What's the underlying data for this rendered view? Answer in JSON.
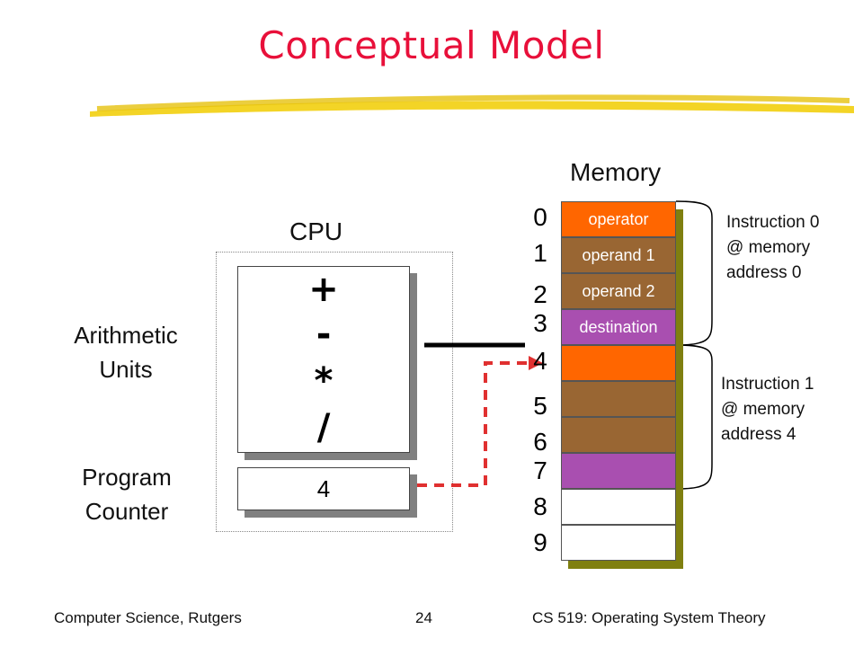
{
  "slide": {
    "title": "Conceptual Model",
    "footer_left": "Computer Science, Rutgers",
    "footer_page": "24",
    "footer_right": "CS 519: Operating System Theory"
  },
  "cpu": {
    "label": "CPU",
    "arithmetic_label_line1": "Arithmetic",
    "arithmetic_label_line2": "Units",
    "operators": [
      "+",
      "-",
      "*",
      "/"
    ],
    "program_counter_label_line1": "Program",
    "program_counter_label_line2": "Counter",
    "program_counter_value": "4"
  },
  "memory": {
    "label": "Memory",
    "addresses": [
      "0",
      "1",
      "2",
      "3",
      "4",
      "5",
      "6",
      "7",
      "8",
      "9"
    ],
    "cells": [
      {
        "text": "operator",
        "color": "#ff6600"
      },
      {
        "text": "operand 1",
        "color": "#996633"
      },
      {
        "text": "operand 2",
        "color": "#996633"
      },
      {
        "text": "destination",
        "color": "#a94fb0"
      },
      {
        "text": "",
        "color": "#ff6600"
      },
      {
        "text": "",
        "color": "#996633"
      },
      {
        "text": "",
        "color": "#996633"
      },
      {
        "text": "",
        "color": "#a94fb0"
      },
      {
        "text": "",
        "color": "#ffffff"
      },
      {
        "text": "",
        "color": "#ffffff"
      }
    ]
  },
  "annotations": {
    "instruction0": [
      "Instruction 0",
      "@ memory",
      "address 0"
    ],
    "instruction1": [
      "Instruction 1",
      "@ memory",
      "address 4"
    ]
  },
  "colors": {
    "title": "#e8103a",
    "highlighter": "#f2d21a",
    "pointer_arrow": "#e03030",
    "memory_shadow": "#7f7f10"
  }
}
